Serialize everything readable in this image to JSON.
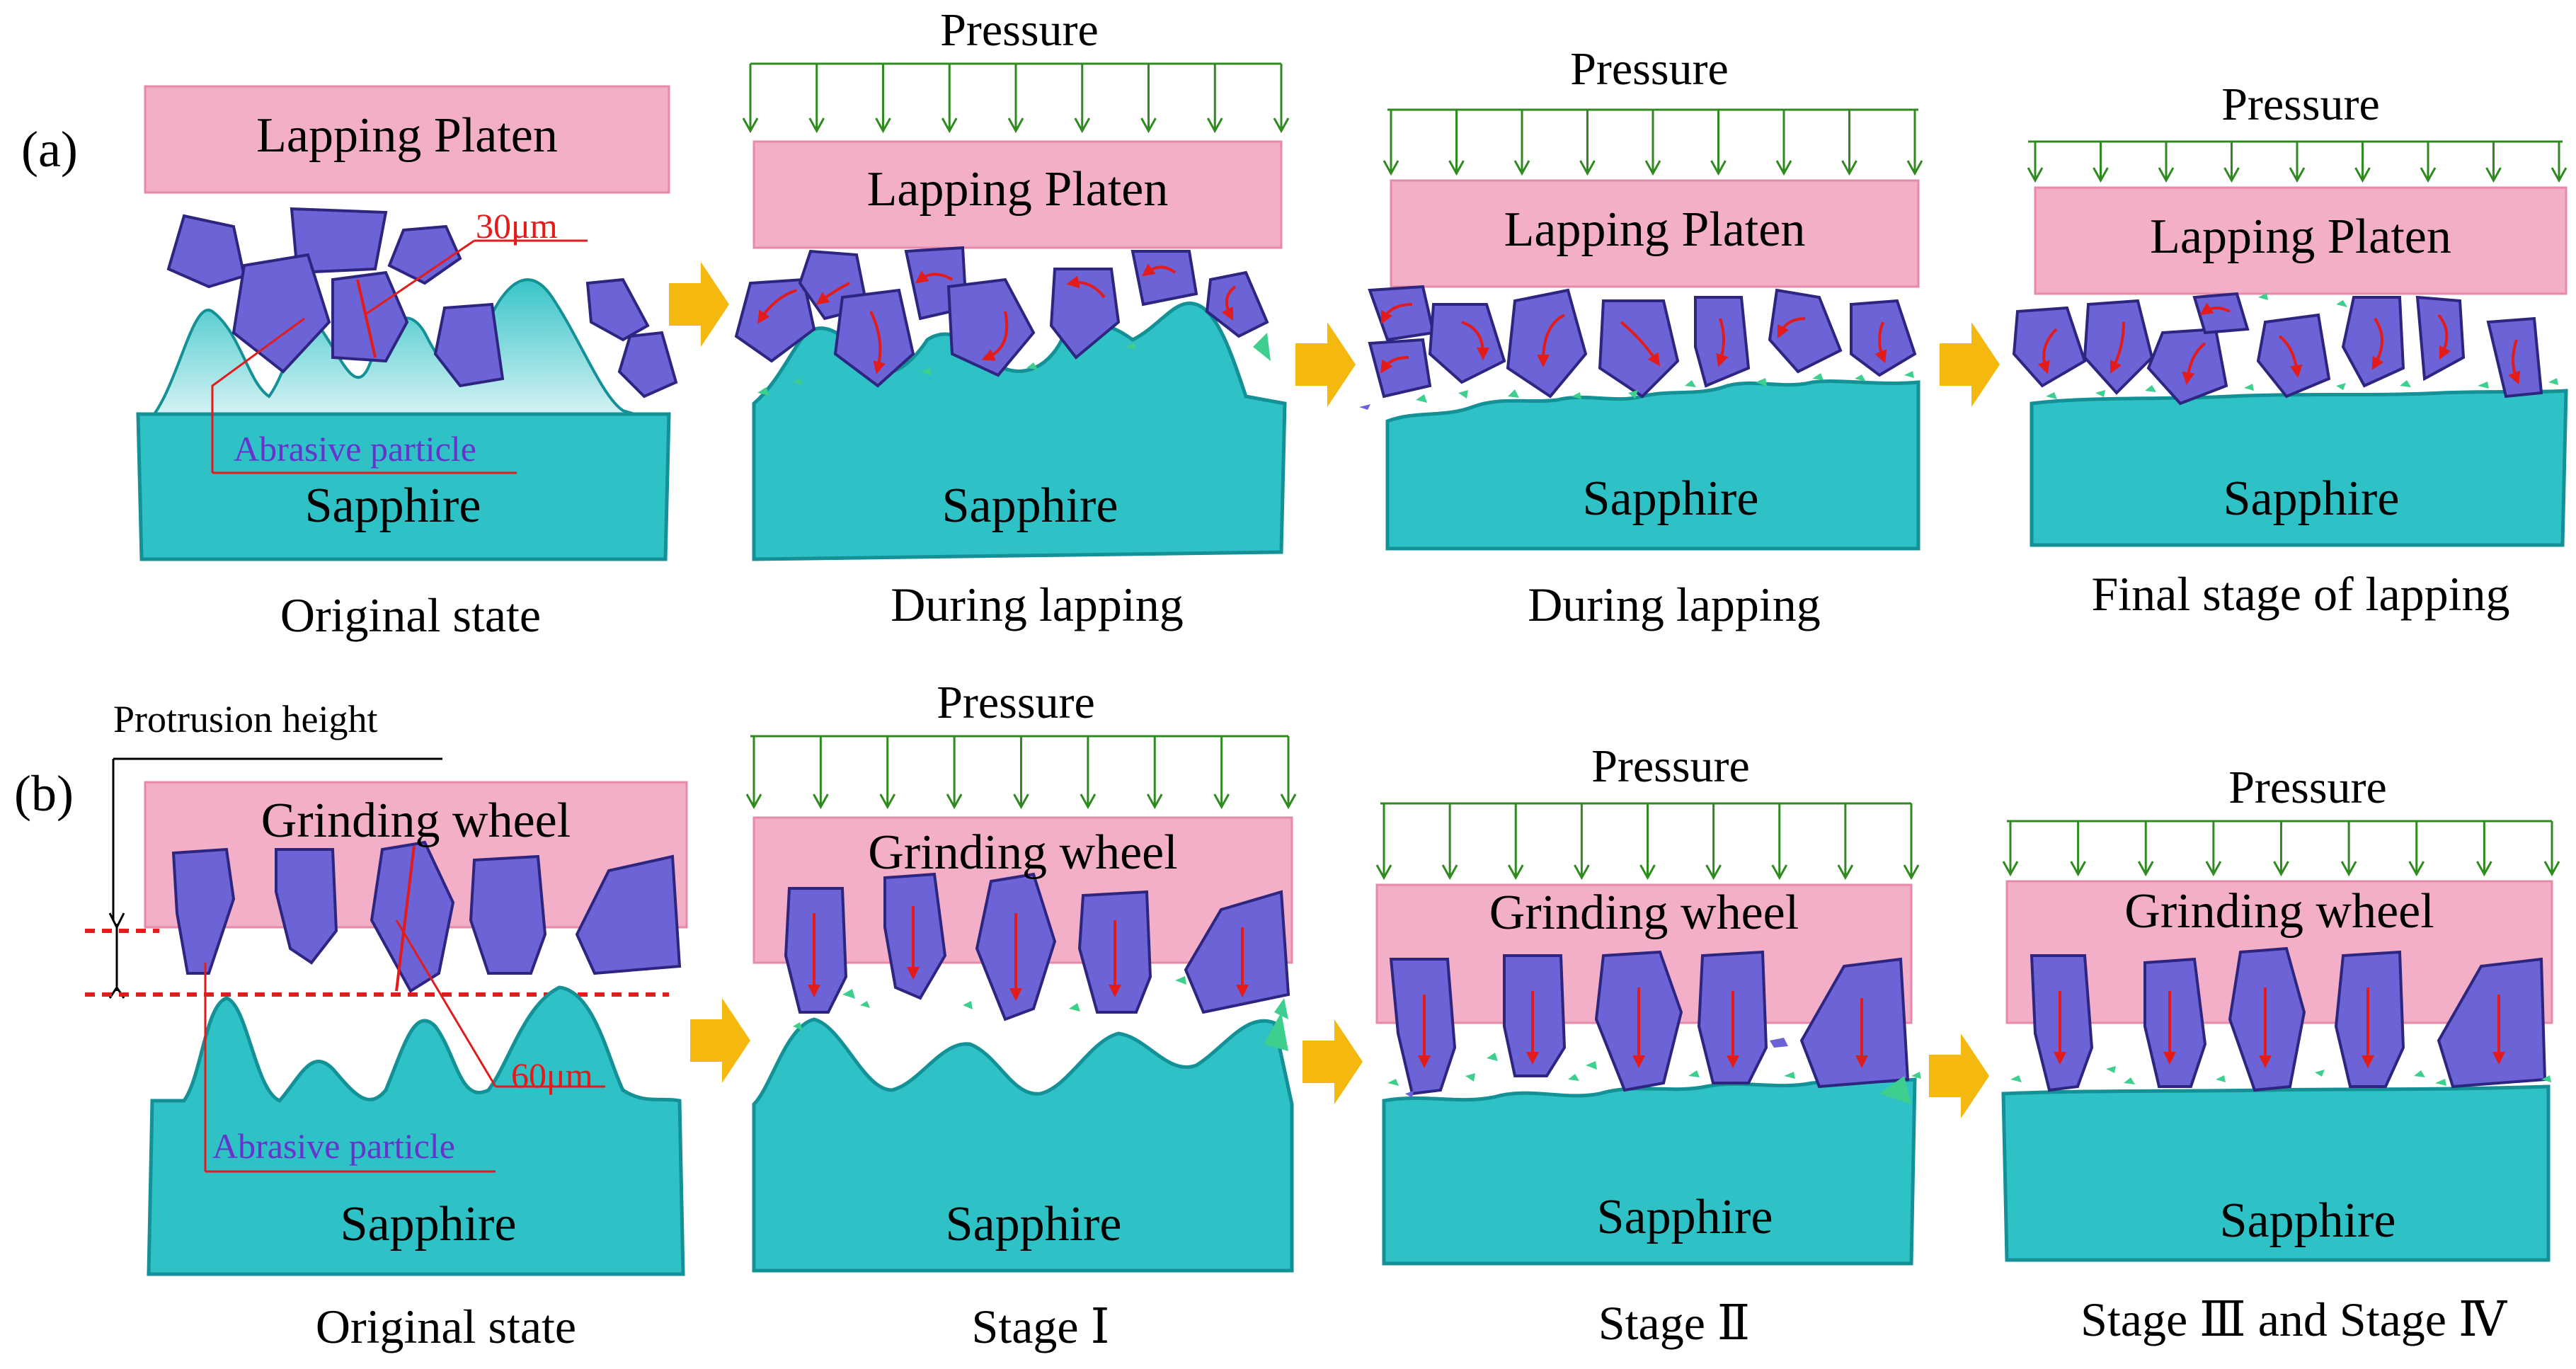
{
  "panels": [
    {
      "letter": "(a)",
      "stages": [
        {
          "tool": "Lapping Platen",
          "material": "Sapphire",
          "pressure": "",
          "caption": "Original state"
        },
        {
          "tool": "Lapping Platen",
          "material": "Sapphire",
          "pressure": "Pressure",
          "caption": "During lapping"
        },
        {
          "tool": "Lapping Platen",
          "material": "Sapphire",
          "pressure": "Pressure",
          "caption": "During lapping"
        },
        {
          "tool": "Lapping Platen",
          "material": "Sapphire",
          "pressure": "Pressure",
          "caption": "Final stage of lapping"
        }
      ],
      "annotations": {
        "size": "30μm",
        "particle": "Abrasive  particle"
      }
    },
    {
      "letter": "(b)",
      "stages": [
        {
          "tool": "Grinding wheel",
          "material": "Sapphire",
          "pressure": "",
          "caption": "Original state"
        },
        {
          "tool": "Grinding wheel",
          "material": "Sapphire",
          "pressure": "Pressure",
          "caption": "Stage  Ⅰ"
        },
        {
          "tool": "Grinding wheel",
          "material": "Sapphire",
          "pressure": "Pressure",
          "caption": "Stage  Ⅱ"
        },
        {
          "tool": "Grinding wheel",
          "material": "Sapphire",
          "pressure": "Pressure",
          "caption": "Stage Ⅲ and Stage Ⅳ"
        }
      ],
      "annotations": {
        "size": "60μm",
        "particle": "Abrasive  particle",
        "protrusion": "Protrusion height"
      }
    }
  ],
  "colors": {
    "tool": "#f4afc8",
    "sapphire": "#2ec1c6",
    "sapphire_edge": "#139196",
    "particle": "#6b63d6",
    "arrow_flow": "#f5b80f",
    "pressure_line": "#2f8a1f",
    "annotation": "#e31b1b",
    "debris": "#3ecf8e"
  }
}
